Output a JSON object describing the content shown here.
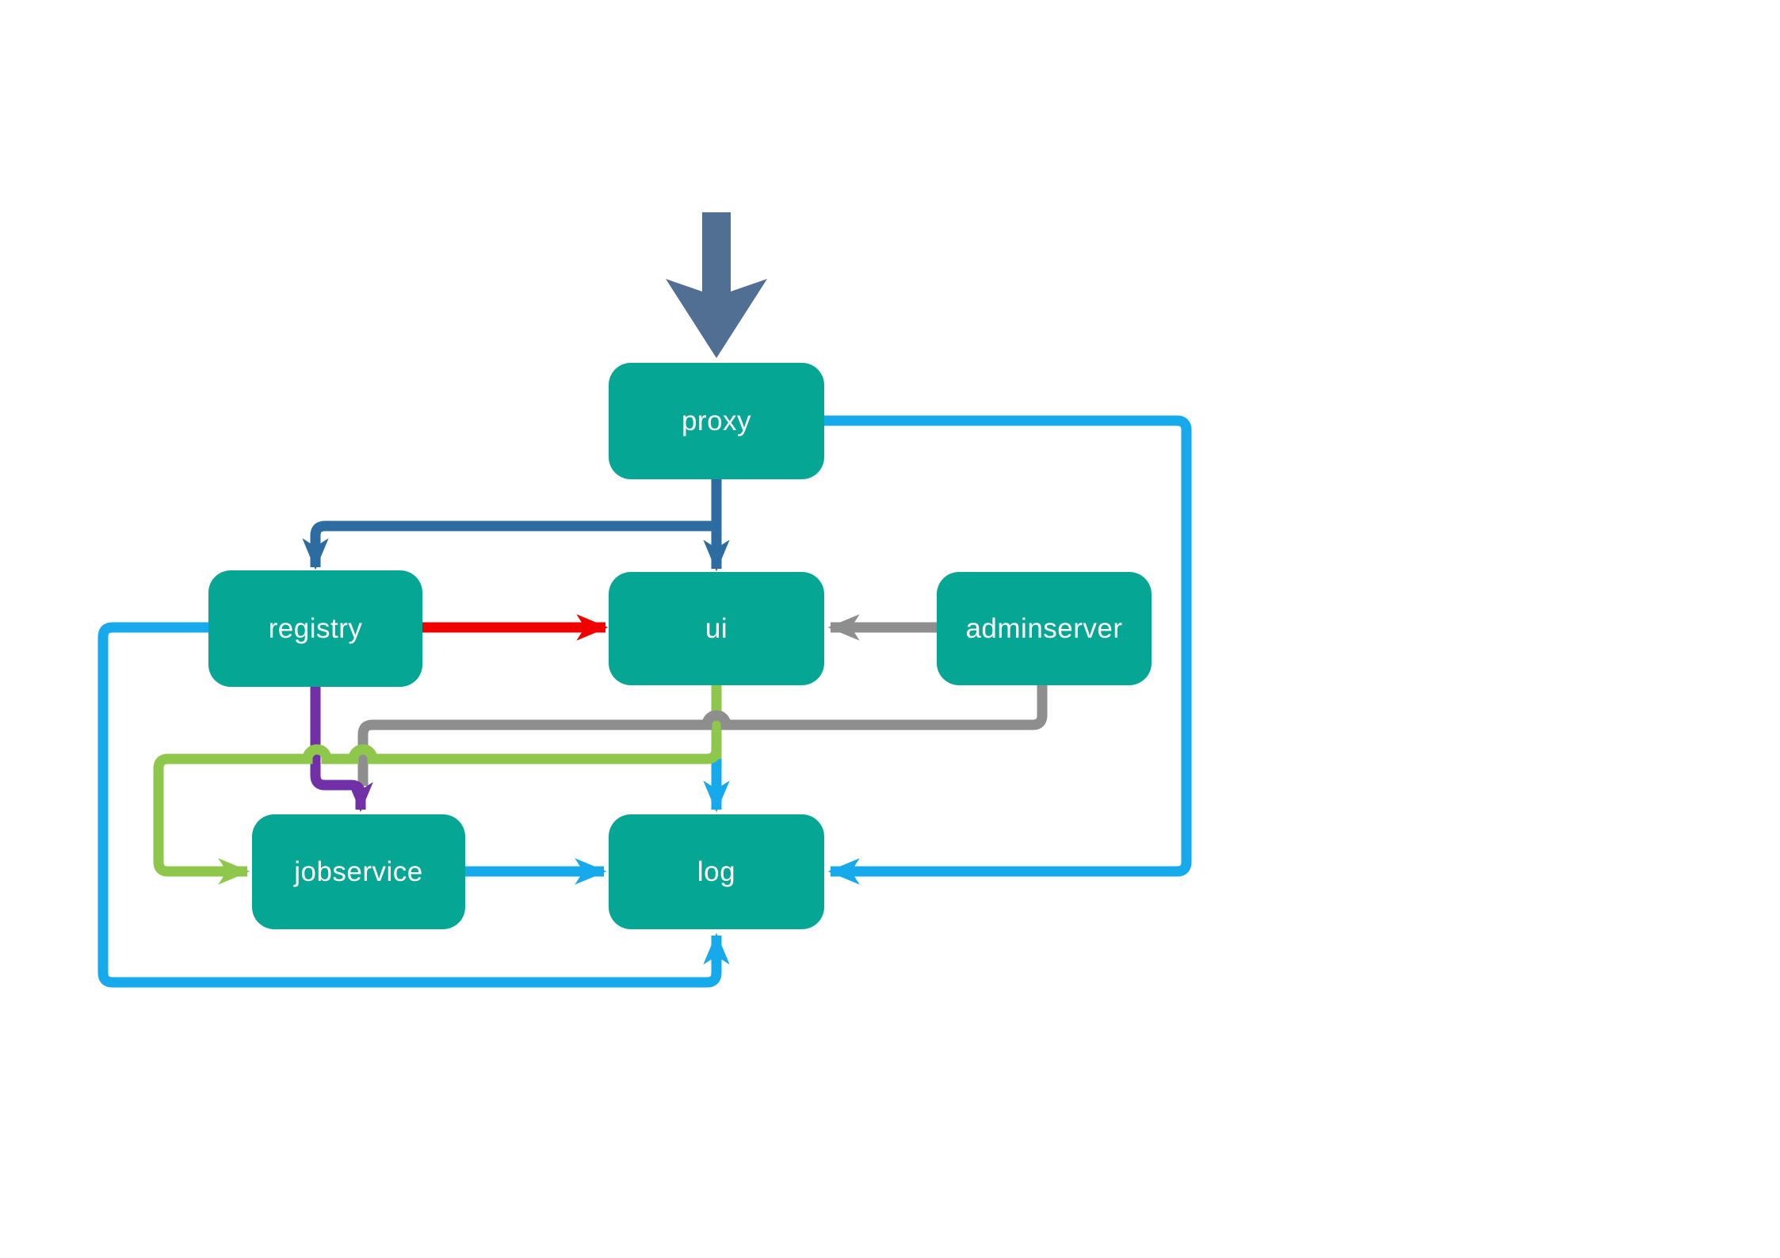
{
  "diagram": {
    "nodes": [
      {
        "id": "proxy",
        "label": "proxy"
      },
      {
        "id": "registry",
        "label": "registry"
      },
      {
        "id": "ui",
        "label": "ui"
      },
      {
        "id": "adminserver",
        "label": "adminserver"
      },
      {
        "id": "jobservice",
        "label": "jobservice"
      },
      {
        "id": "log",
        "label": "log"
      }
    ],
    "edges": [
      {
        "from": "external-traffic",
        "to": "proxy",
        "color_name": "slate-blue"
      },
      {
        "from": "proxy",
        "to": "ui",
        "color_name": "dark-blue"
      },
      {
        "from": "proxy",
        "to": "registry",
        "color_name": "dark-blue"
      },
      {
        "from": "registry",
        "to": "ui",
        "color_name": "red"
      },
      {
        "from": "adminserver",
        "to": "ui",
        "color_name": "gray"
      },
      {
        "from": "adminserver",
        "to": "jobservice",
        "color_name": "gray"
      },
      {
        "from": "registry",
        "to": "jobservice",
        "color_name": "purple"
      },
      {
        "from": "ui",
        "to": "jobservice",
        "color_name": "green"
      },
      {
        "from": "ui",
        "to": "log",
        "color_name": "cyan"
      },
      {
        "from": "jobservice",
        "to": "log",
        "color_name": "cyan"
      },
      {
        "from": "proxy",
        "to": "log",
        "color_name": "cyan"
      },
      {
        "from": "registry",
        "to": "log",
        "color_name": "cyan"
      }
    ],
    "colors": {
      "node_fill": "#06A694",
      "node_text": "#FFFFFF",
      "entry_arrow": "#506F93",
      "dark_blue": "#2C6CA0",
      "red": "#F20000",
      "gray": "#8E8E8E",
      "purple": "#7230A6",
      "green": "#8FC74C",
      "cyan": "#16A9EC"
    }
  }
}
